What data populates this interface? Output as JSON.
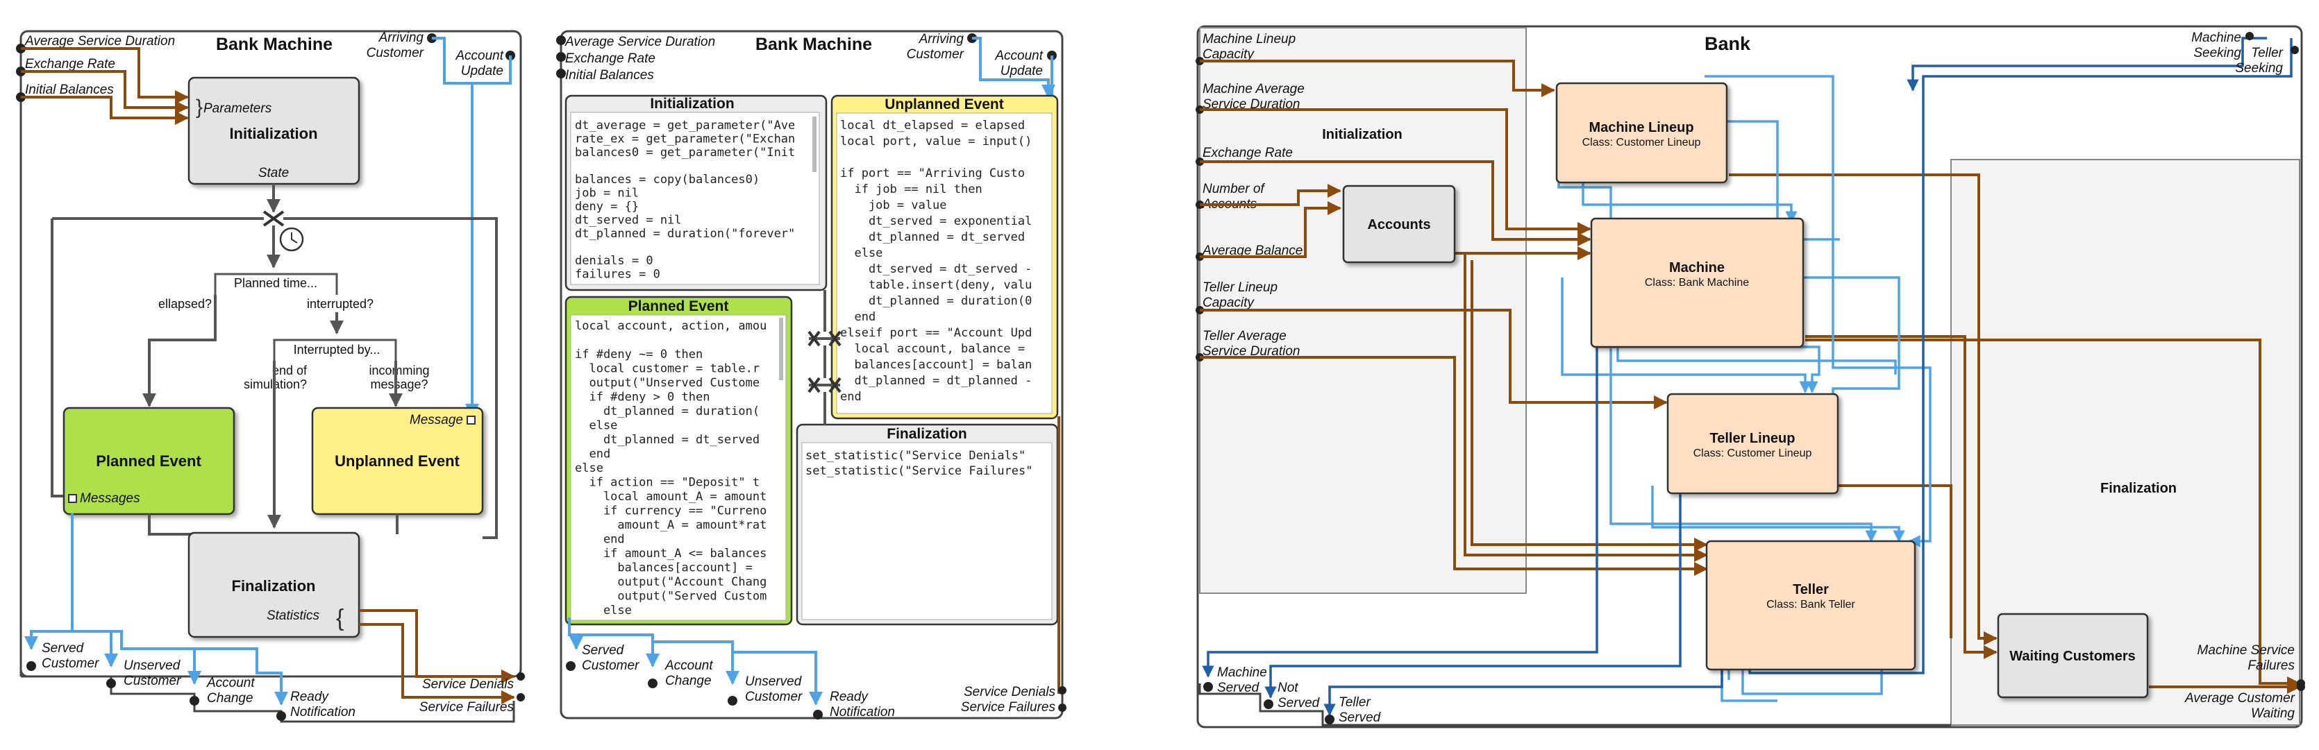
{
  "colors": {
    "brown": "#8a4b0c",
    "light_blue": "#4ea3e6",
    "dark_blue": "#1f5fa8",
    "green": "#aee04a",
    "yellow": "#fff08a",
    "gray": "#e4e4e4",
    "peach": "#fde0c4"
  },
  "panel1": {
    "title": "Bank Machine",
    "inputs": [
      "Average Service Duration",
      "Exchange Rate",
      "Initial Balances"
    ],
    "arriving_customer": [
      "Arriving",
      "Customer"
    ],
    "account_update": [
      "Account",
      "Update"
    ],
    "init": {
      "title": "Initialization",
      "parameters": "Parameters",
      "state": "State"
    },
    "planned_time": "Planned time...",
    "elapsed": "ellapsed?",
    "interrupted": "interrupted?",
    "interrupted_by": "Interrupted by...",
    "end_of_sim": [
      "end of",
      "simulation?"
    ],
    "incoming": [
      "incomming",
      "message?"
    ],
    "planned_event": "Planned Event",
    "messages": "Messages",
    "unplanned_event": "Unplanned Event",
    "message": "Message",
    "finalization": "Finalization",
    "statistics": "Statistics",
    "outputs_bottom": [
      [
        "Served",
        "Customer"
      ],
      [
        "Unserved",
        "Customer"
      ],
      [
        "Account",
        "Change"
      ],
      [
        "Ready",
        "Notification"
      ]
    ],
    "service_denials": "Service Denials",
    "service_failures": "Service Failures"
  },
  "panel2": {
    "title": "Bank Machine",
    "inputs": [
      "Average Service Duration",
      "Exchange Rate",
      "Initial Balances"
    ],
    "arriving_customer": [
      "Arriving",
      "Customer"
    ],
    "account_update": [
      "Account",
      "Update"
    ],
    "init": {
      "title": "Initialization",
      "code": [
        "dt_average = get_parameter(\"Ave",
        "rate_ex = get_parameter(\"Exchan",
        "balances0 = get_parameter(\"Init",
        "",
        "balances = copy(balances0)",
        "job = nil",
        "deny = {}",
        "dt_served = nil",
        "dt_planned = duration(\"forever\"",
        "",
        "denials = 0",
        "failures = 0"
      ]
    },
    "unplanned": {
      "title": "Unplanned Event",
      "code": [
        "local dt_elapsed = elapsed",
        "local port, value = input()",
        "",
        "if port == \"Arriving Custo",
        "  if job == nil then",
        "    job = value",
        "    dt_served = exponential",
        "    dt_planned = dt_served",
        "  else",
        "    dt_served = dt_served -",
        "    table.insert(deny, valu",
        "    dt_planned = duration(0",
        "  end",
        "elseif port == \"Account Upd",
        "  local account, balance =",
        "  balances[account] = balan",
        "  dt_planned = dt_planned -",
        "end"
      ]
    },
    "planned": {
      "title": "Planned Event",
      "code": [
        "local account, action, amou",
        "",
        "if #deny ~= 0 then",
        "  local customer = table.r",
        "  output(\"Unserved Custome",
        "  if #deny > 0 then",
        "    dt_planned = duration(",
        "  else",
        "    dt_planned = dt_served",
        "  end",
        "else",
        "  if action == \"Deposit\" t",
        "    local amount_A = amount",
        "    if currency == \"Curreno",
        "      amount_A = amount*rat",
        "    end",
        "    if amount_A <= balances",
        "      balances[account] =",
        "      output(\"Account Chang",
        "      output(\"Served Custom",
        "    else"
      ]
    },
    "final": {
      "title": "Finalization",
      "code": [
        "set_statistic(\"Service Denials\"",
        "set_statistic(\"Service Failures\""
      ]
    },
    "outputs_bottom": [
      [
        "Served",
        "Customer"
      ],
      [
        "Account",
        "Change"
      ],
      [
        "Unserved",
        "Customer"
      ],
      [
        "Ready",
        "Notification"
      ]
    ],
    "service_denials": "Service Denials",
    "service_failures": "Service Failures"
  },
  "panel3": {
    "title": "Bank",
    "inputs": [
      [
        "Machine Lineup",
        "Capacity"
      ],
      [
        "Machine Average",
        "Service Duration"
      ],
      [
        "Exchange Rate"
      ],
      [
        "Number of",
        "Accounts"
      ],
      [
        "Average Balance"
      ],
      [
        "Teller Lineup",
        "Capacity"
      ],
      [
        "Teller Average",
        "Service Duration"
      ]
    ],
    "initialization": "Initialization",
    "finalization": "Finalization",
    "accounts": "Accounts",
    "machine_lineup": {
      "title": "Machine Lineup",
      "cls": "Class: Customer Lineup"
    },
    "machine": {
      "title": "Machine",
      "cls": "Class: Bank Machine"
    },
    "teller_lineup": {
      "title": "Teller Lineup",
      "cls": "Class: Customer Lineup"
    },
    "teller": {
      "title": "Teller",
      "cls": "Class: Bank Teller"
    },
    "waiting": "Waiting Customers",
    "machine_seeking": [
      "Machine",
      "Seeking"
    ],
    "teller_seeking": [
      "Teller",
      "Seeking"
    ],
    "machine_service_failures": [
      "Machine Service",
      "Failures"
    ],
    "avg_customer_waiting": [
      "Average Customer",
      "Waiting"
    ],
    "outputs_bottom": [
      [
        "Machine",
        "Served"
      ],
      [
        "Not",
        "Served"
      ],
      [
        "Teller",
        "Served"
      ]
    ]
  }
}
